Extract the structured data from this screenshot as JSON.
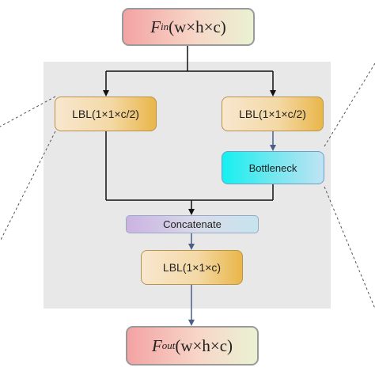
{
  "input": {
    "symbol": "F",
    "sub": "in",
    "dims": "(w×h×c)"
  },
  "output": {
    "symbol": "F",
    "sub": "out",
    "dims": "(w×h×c)"
  },
  "lbl_left": "LBL(1×1×c/2)",
  "lbl_right": "LBL(1×1×c/2)",
  "bottleneck": "Bottleneck",
  "concatenate": "Concatenate",
  "lbl_bottom": "LBL(1×1×c)",
  "colors": {
    "panel": "#e8e8e8",
    "arrow_black": "#111111",
    "arrow_blue": "#4a5f86",
    "dashed": "#555555"
  }
}
